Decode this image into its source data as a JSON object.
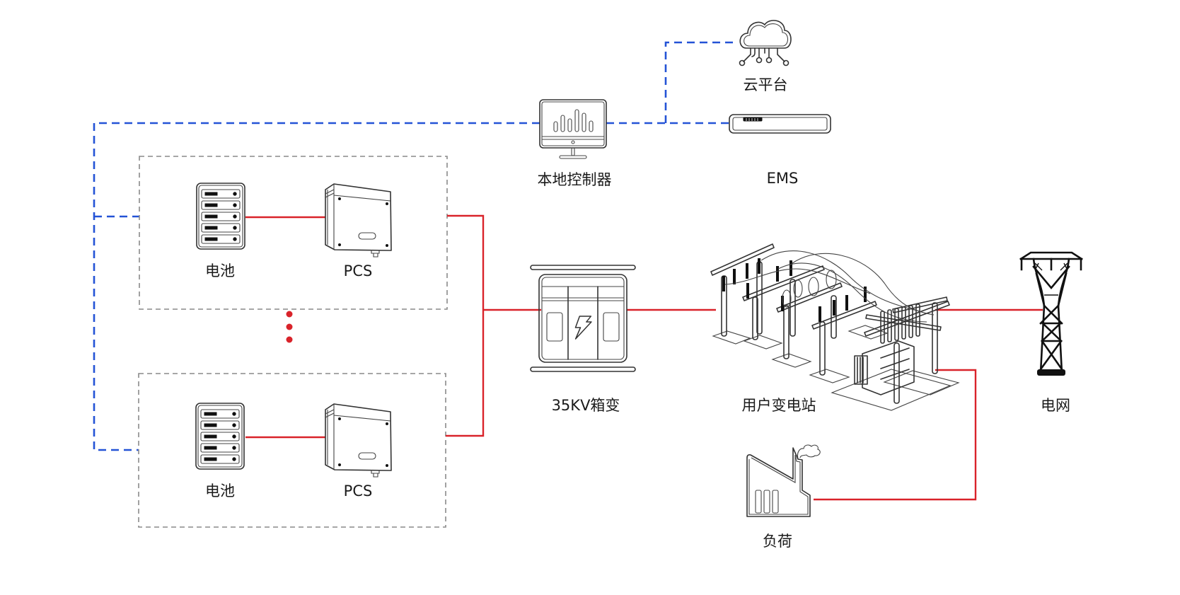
{
  "colors": {
    "power_line": "#d9232a",
    "comm_line": "#2453d6",
    "group_border": "#8a8a8a",
    "icon_stroke": "#333333",
    "background": "#ffffff"
  },
  "legend_semantics": {
    "red_solid": "power connection",
    "blue_dashed": "communication connection",
    "gray_dashed": "energy storage unit group"
  },
  "nodes": {
    "cloud": {
      "label": "云平台",
      "icon": "cloud-network-icon"
    },
    "controller": {
      "label": "本地控制器",
      "icon": "monitor-chart-icon"
    },
    "ems": {
      "label": "EMS",
      "icon": "rack-device-icon"
    },
    "unit1_battery": {
      "label": "电池",
      "icon": "battery-rack-icon"
    },
    "unit1_pcs": {
      "label": "PCS",
      "icon": "pcs-cabinet-icon"
    },
    "unit2_battery": {
      "label": "电池",
      "icon": "battery-rack-icon"
    },
    "unit2_pcs": {
      "label": "PCS",
      "icon": "pcs-cabinet-icon"
    },
    "box_transformer": {
      "label": "35KV箱变",
      "icon": "box-transformer-icon"
    },
    "substation": {
      "label": "用户变电站",
      "icon": "substation-icon"
    },
    "grid": {
      "label": "电网",
      "icon": "transmission-tower-icon"
    },
    "load": {
      "label": "负荷",
      "icon": "factory-icon"
    }
  },
  "groups": [
    {
      "name": "storage-unit-1",
      "members": [
        "电池",
        "PCS"
      ]
    },
    {
      "name": "storage-unit-2",
      "members": [
        "电池",
        "PCS"
      ]
    }
  ],
  "ellipsis": "more storage units (⋮)",
  "connections": [
    {
      "from": "电池",
      "to": "PCS",
      "type": "power"
    },
    {
      "from": "PCS",
      "to": "35KV箱变",
      "type": "power"
    },
    {
      "from": "35KV箱变",
      "to": "用户变电站",
      "type": "power"
    },
    {
      "from": "用户变电站",
      "to": "电网",
      "type": "power"
    },
    {
      "from": "用户变电站",
      "to": "负荷",
      "type": "power"
    },
    {
      "from": "本地控制器",
      "to": "storage units",
      "type": "communication"
    },
    {
      "from": "本地控制器",
      "to": "EMS",
      "type": "communication"
    },
    {
      "from": "EMS",
      "to": "云平台",
      "type": "communication"
    }
  ]
}
